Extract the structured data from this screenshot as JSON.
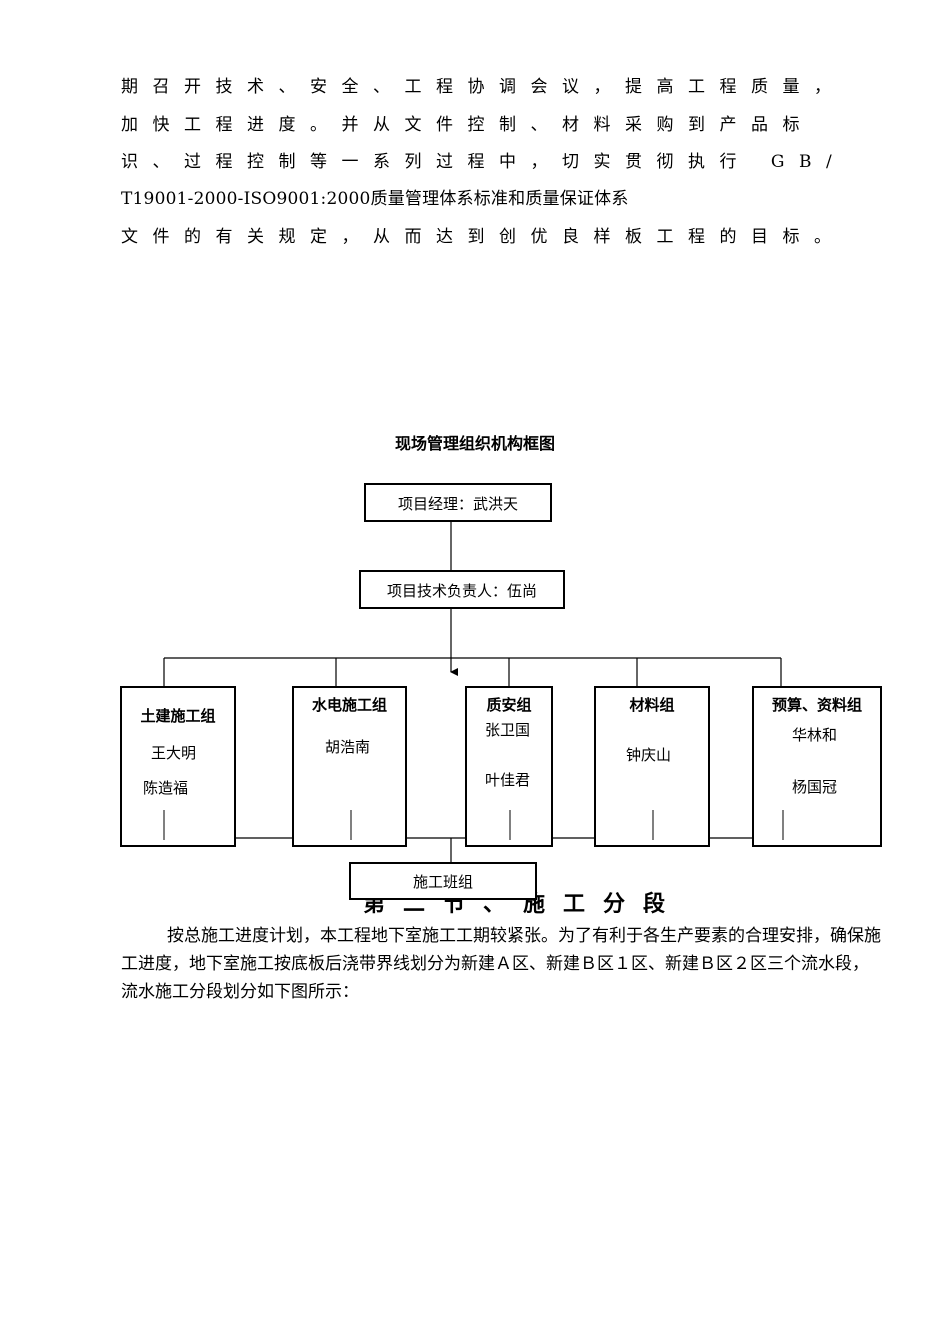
{
  "intro_lines": [
    "期召开技术、安全、工程协调会议，提高工程质量，",
    "加快工程进度。并从文件控制、材料采购到产品标",
    "识、过程控制等一系列过程中，切实贯彻执行 GB/",
    "T19001-2000-ISO9001:2000质量管理体系标准和质量保证体系",
    "文件的有关规定，从而达到创优良样板工程的目标。"
  ],
  "org_chart": {
    "title": "现场管理组织机构框图",
    "project_manager": "项目经理：武洪天",
    "technical_lead": "项目技术负责人：伍尚",
    "groups": [
      {
        "name": "土建施工组",
        "members": [
          "王大明",
          "陈造福"
        ]
      },
      {
        "name": "水电施工组",
        "members": [
          "胡浩南"
        ]
      },
      {
        "name": "质安组",
        "members": [
          "张卫国",
          "叶佳君"
        ]
      },
      {
        "name": "材料组",
        "members": [
          "钟庆山"
        ]
      },
      {
        "name": "预算、资料组",
        "members": [
          "华林和",
          "杨国冠"
        ]
      }
    ],
    "crew": "施工班组"
  },
  "section": {
    "heading": "第二节、施工分段",
    "paragraph": "按总施工进度计划，本工程地下室施工工期较紧张。为了有利于各生产要素的合理安排，确保施工进度，地下室施工按底板后浇带界线划分为新建Ａ区、新建Ｂ区１区、新建Ｂ区２区三个流水段，流水施工分段划分如下图所示："
  }
}
